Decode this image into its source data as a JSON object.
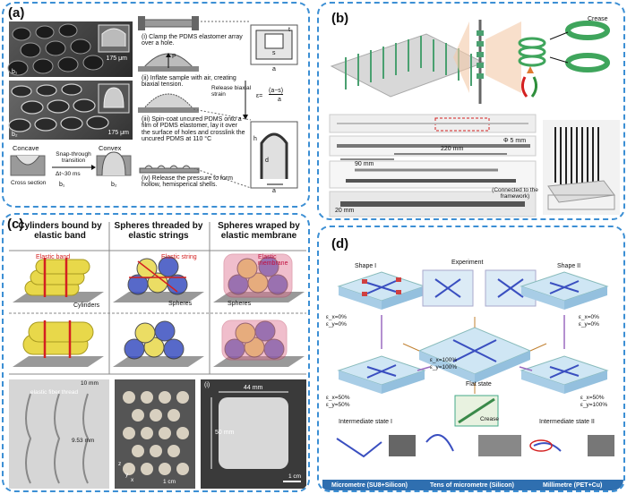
{
  "panel_a": {
    "label": "(a)",
    "scale_top": "175 μm",
    "scale_bottom": "175 μm",
    "sub_b1": "b₁",
    "sub_b2": "b₂",
    "step1": "(i) Clamp the PDMS elastomer array over a hole.",
    "step2": "(ii) Inflate sample with air, creating biaxial tension.",
    "step3": "(iii) Spin-coat uncured PDMS onto a film of PDMS elastomer, lay it over the surface of holes and crosslink the uncured PDMS at 110 °C",
    "step4": "(iv) Release the pressure to form hollow, hemisperical shells.",
    "p_label": "P",
    "release_label": "Release biaxial strain",
    "eps": "ε=",
    "frac_num": "(a−s)",
    "frac_den": "a",
    "t_label": "t",
    "s_label": "s",
    "a_label": "a",
    "h_label": "h",
    "d_label": "d",
    "concave": "Concave",
    "convex": "Convex",
    "snap": "Snap-through transition",
    "delta_t": "Δt~30 ms",
    "cross_section": "Cross section",
    "b1": "b₁",
    "b2": "b₂"
  },
  "panel_b": {
    "label": "(b)",
    "crease": "Crease",
    "dim_90": "90 mm",
    "dim_220": "220 mm",
    "phi": "Φ 5 mm",
    "connected": "(Connected to the framework)",
    "scale": "20 mm"
  },
  "panel_c": {
    "label": "(c)",
    "col1_title": "Cylinders bound by elastic band",
    "col2_title": "Spheres threaded by elastic strings",
    "col3_title": "Spheres wraped by elastic membrane",
    "elastic_band": "Elastic band",
    "cylinders": "Cylinders",
    "elastic_string": "Elastic string",
    "spheres1": "Spheres",
    "elastic_membrane": "Elastic membrane",
    "spheres2": "Spheres",
    "scale_10mm": "10 mm",
    "elastic_fiber": "elastic fiber thread",
    "dim_953": "9.53 mm",
    "scale_1cm_a": "1 cm",
    "z_axis": "z",
    "x_axis": "x",
    "y_axis": "y",
    "sub_i": "(i)",
    "dim_44": "44 mm",
    "dim_50": "50 mm",
    "scale_1cm_b": "1 cm"
  },
  "panel_d": {
    "label": "(d)",
    "shape1": "Shape I",
    "experiment": "Experiment",
    "shape2": "Shape II",
    "ex_left_a": "ε_x=0%",
    "ex_left_b": "ε_y=0%",
    "ex_right_a": "ε_x=0%",
    "ex_right_b": "ε_y=0%",
    "ex_center_a": "ε_x=100%",
    "ex_center_b": "ε_y=100%",
    "flat_state": "Flat state",
    "ex_mid_left_a": "ε_x=50%",
    "ex_mid_left_b": "ε_y=50%",
    "ex_mid_right_a": "ε_x=50%",
    "ex_mid_right_b": "ε_y=100%",
    "crease": "Crease",
    "inter1": "Intermediate state I",
    "inter2": "Intermediate state II",
    "foot1": "Micrometre (SU8+Silicon)",
    "foot2": "Tens of micrometre (Silicon)",
    "foot3": "Millimetre (PET+Cu)"
  },
  "colors": {
    "border": "#3c8fd4",
    "band_red": "#d42020",
    "cylinder_yellow": "#e8d84a",
    "sphere_blue": "#3a4fc0",
    "membrane_pink": "#e07090",
    "substrate_blue": "#b8d8ec",
    "footer_blue": "#2f6fb0"
  }
}
